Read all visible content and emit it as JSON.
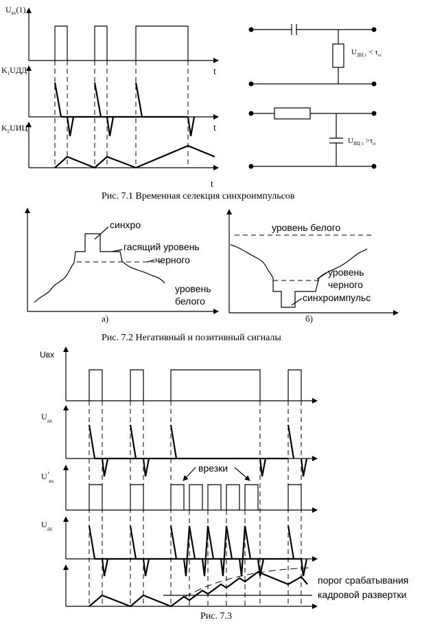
{
  "fig71": {
    "label_uvx1_main": "U",
    "label_uvx1_sub": "вх",
    "label_uvx1_tail": "(1)",
    "label_k1": "K",
    "label_k1_sub": "1",
    "label_k1_main": "U",
    "label_k1_tail": "ДД",
    "label_k2": "K",
    "label_k2_sub": "2",
    "label_k2_main": "U",
    "label_k2_tail": "ИЦ",
    "t1": "t",
    "t2": "t",
    "t3": "t",
    "circuit_top_main": "U",
    "circuit_top_sub": "ДЦ τ",
    "circuit_top_tail": "< τ",
    "circuit_top_tail_sub": "сс",
    "circuit_bot_main": "U",
    "circuit_bot_sub": "ИЦ τ",
    "circuit_bot_tail": ">τ",
    "circuit_bot_tail_sub": "сi",
    "caption": "Рис. 7.1   Временная селекция синхроимпульсов"
  },
  "fig72": {
    "a_sync": "синхро",
    "a_blank": "гасящий  уровень",
    "a_black": "черного",
    "a_white1": "уровень",
    "a_white2": "белого",
    "a_label": "а)",
    "b_white": "уровень белого",
    "b_level1": "уровень",
    "b_level2": "черного",
    "b_sync": "синхроимпульс",
    "b_label": "б)",
    "caption": "Рис. 7.2   Негативный и позитивный сигналы"
  },
  "fig73": {
    "label_uvx": "Uвх",
    "label_udd1_main": "U",
    "label_udd1_sub": "дд",
    "label_uvx2_main": "U",
    "label_uvx2_prime": "′",
    "label_uvx2_sub": "вх",
    "label_udd2_main": "U",
    "label_udd2_sub": "дд",
    "vrezki": "врезки",
    "threshold1": "порог  срабатывания",
    "threshold2": "кадровой развертки",
    "caption": "Рис. 7.3"
  }
}
